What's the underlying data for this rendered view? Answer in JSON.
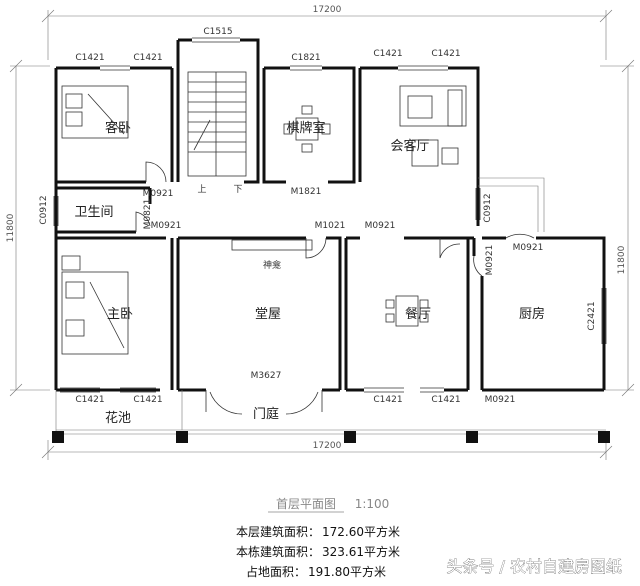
{
  "dimensions": {
    "top": "17200",
    "bottom": "17200",
    "left": "11800",
    "right": "11800"
  },
  "rooms": {
    "guest_bedroom": "客卧",
    "chess_room": "棋牌室",
    "living_room": "会客厅",
    "bathroom": "卫生间",
    "master_bedroom": "主卧",
    "main_hall": "堂屋",
    "dining": "餐厅",
    "kitchen": "厨房",
    "flower_bed": "花池",
    "entrance": "门庭",
    "shrine": "神龛",
    "stair_up": "上",
    "stair_down": "下"
  },
  "codes": {
    "c1421_a": "C1421",
    "c1421_b": "C1421",
    "c1515": "C1515",
    "c1821": "C1821",
    "c1421_c": "C1421",
    "c1421_d": "C1421",
    "m0921_guest": "M0921",
    "m1821": "M1821",
    "c0912_left": "C0912",
    "m0821": "M0821",
    "m0921_bath": "M0921",
    "m1021": "M1021",
    "m0921_dining": "M0921",
    "c0912_right": "C0912",
    "m0921_kitchen_top": "M0921",
    "m0921_kitchen_side": "M0921",
    "c2421": "C2421",
    "m3627": "M3627",
    "c1421_e": "C1421",
    "c1421_f": "C1421",
    "c1421_g": "C1421",
    "c1421_h": "C1421",
    "m0921_bottom": "M0921"
  },
  "caption": {
    "title": "首层平面图",
    "scale": "1:100"
  },
  "areas": [
    {
      "label": "本层建筑面积：",
      "value": "172.60平方米"
    },
    {
      "label": "本栋建筑面积：",
      "value": "323.61平方米"
    },
    {
      "label": "占地面积：",
      "value": "191.80平方米"
    }
  ],
  "watermark": "头条号 / 农村自建房图纸"
}
